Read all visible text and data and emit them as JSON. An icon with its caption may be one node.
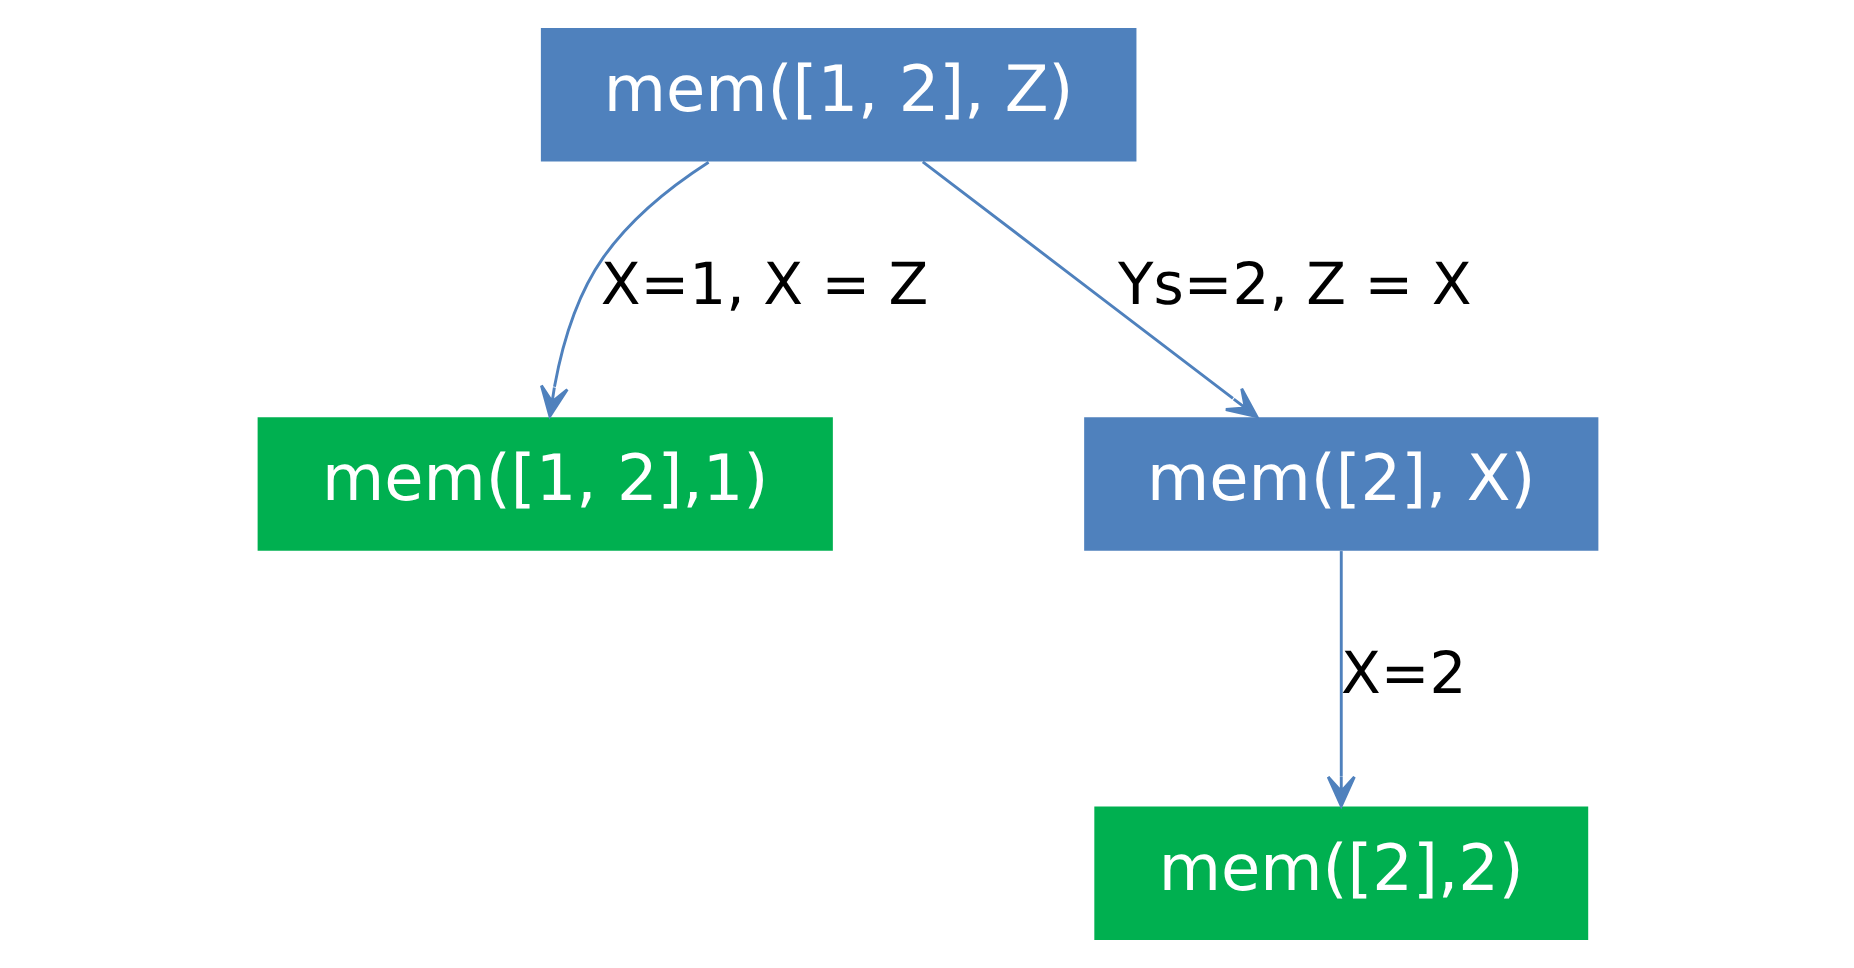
{
  "diagram": {
    "nodes": [
      {
        "text": [
          "mem([1, 2], Z)"
        ]
      },
      {
        "text": [
          "mem([1, 2],1)"
        ]
      },
      {
        "text": [
          "mem([2], X)"
        ]
      },
      {
        "text": [
          "mem([2],2)"
        ]
      }
    ],
    "edges": [
      {
        "from": 0,
        "to": 1,
        "arrow": "to",
        "label": "X=1, X = Z"
      },
      {
        "from": 0,
        "to": 2,
        "arrow": "to",
        "label": "Ys=2, Z = X"
      },
      {
        "from": 2,
        "to": 3,
        "arrow": "to",
        "label": "X=2"
      }
    ]
  }
}
